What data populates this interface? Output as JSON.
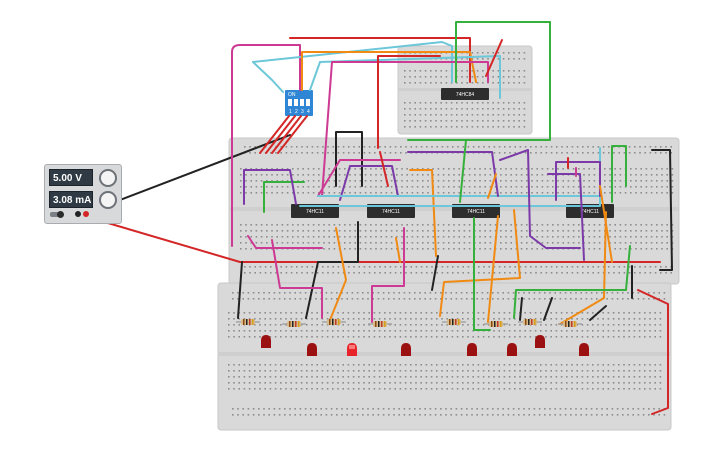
{
  "power_supply": {
    "voltage_display": "5.00 V",
    "current_display": "3.08 mA"
  },
  "dip_switch": {
    "on_label": "ON",
    "switch_numbers": [
      "1",
      "2",
      "3",
      "4"
    ]
  },
  "chips": [
    {
      "label": "74HC84",
      "role": "chip-top"
    },
    {
      "label": "74HC11",
      "role": "chip-1"
    },
    {
      "label": "74HC11",
      "role": "chip-2"
    },
    {
      "label": "74HC11",
      "role": "chip-3"
    },
    {
      "label": "74HC11",
      "role": "chip-4"
    }
  ],
  "leds": {
    "count": 8,
    "lit_index": 2,
    "colors": {
      "off": "#9b1010",
      "lit": "#e8242b"
    }
  },
  "wire_colors": {
    "red": "#d42626",
    "black": "#222222",
    "green": "#35b03b",
    "cyan": "#6cc7d8",
    "magenta": "#cc3a93",
    "orange": "#f08a13",
    "purple": "#7b3aa8"
  }
}
